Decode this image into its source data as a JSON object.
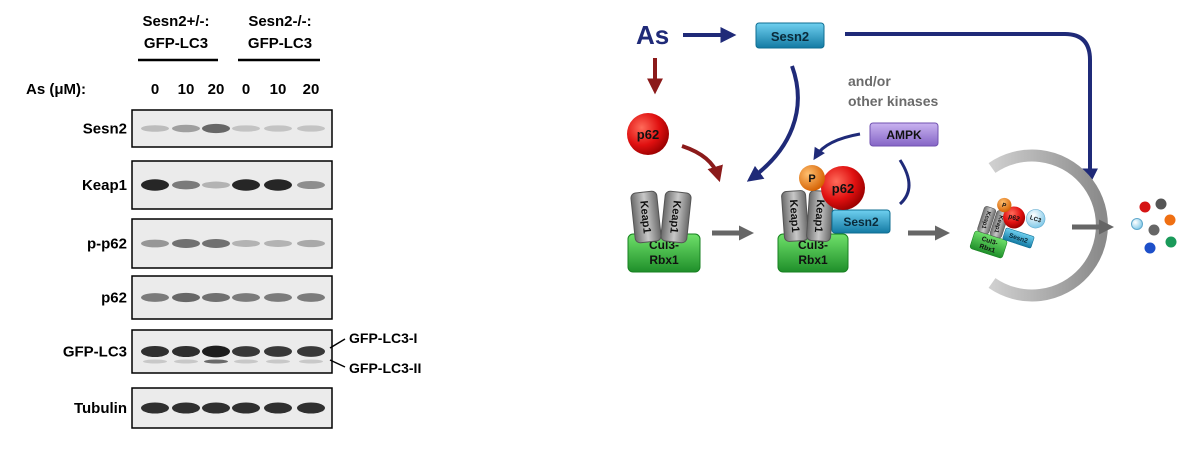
{
  "western_blot": {
    "genotypes": [
      {
        "line1": "Sesn2+/-:",
        "line2": "GFP-LC3"
      },
      {
        "line1": "Sesn2-/-:",
        "line2": "GFP-LC3"
      }
    ],
    "dose_label": "As (μM):",
    "doses": [
      "0",
      "10",
      "20",
      "0",
      "10",
      "20"
    ],
    "rows": [
      {
        "label": "Sesn2",
        "bands": [
          0.1,
          0.25,
          0.55,
          0.06,
          0.06,
          0.06
        ]
      },
      {
        "label": "Keap1",
        "bands": [
          0.9,
          0.45,
          0.15,
          0.9,
          0.9,
          0.35
        ]
      },
      {
        "label": "p-p62",
        "bands": [
          0.3,
          0.5,
          0.5,
          0.15,
          0.15,
          0.2
        ]
      },
      {
        "label": "p62",
        "bands": [
          0.45,
          0.55,
          0.5,
          0.45,
          0.45,
          0.45
        ]
      },
      {
        "label": "GFP-LC3",
        "bands": [
          0.85,
          0.85,
          0.95,
          0.8,
          0.8,
          0.8
        ]
      },
      {
        "label": "Tubulin",
        "bands": [
          0.85,
          0.85,
          0.85,
          0.85,
          0.85,
          0.85
        ]
      }
    ],
    "lc3_forms": [
      "GFP-LC3-I",
      "GFP-LC3-II"
    ]
  },
  "pathway": {
    "as_label": "As",
    "sesn2_label": "Sesn2",
    "p62_label": "p62",
    "ampk_label": "AMPK",
    "kinase_note": [
      "and/or",
      "other kinases"
    ],
    "keap1_label": "Keap1",
    "cul3_label": [
      "Cul3-",
      "Rbx1"
    ],
    "p_label": "P",
    "lc3_label": "LC3",
    "colors": {
      "navy": "#1f2a78",
      "dark_red": "#8b1a1a",
      "sesn2_teal": "#1f9bc8",
      "p62_red": "#e01010",
      "ampk_purple": "#9f7fd8",
      "cul3_green": "#2fb53a",
      "keap1_gray": "#8a8a8a",
      "phospho_orange": "#f07a18"
    }
  }
}
